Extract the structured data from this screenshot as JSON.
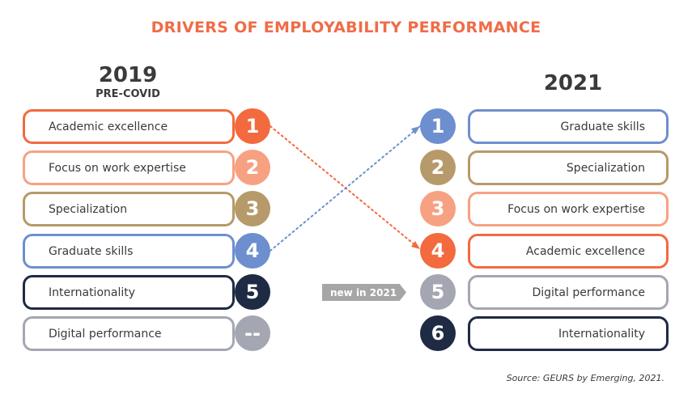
{
  "title": "DRIVERS OF EMPLOYABILITY PERFORMANCE",
  "left": {
    "year": "2019",
    "subtitle": "PRE-COVID",
    "items": [
      {
        "label": "Academic excellence",
        "rank": "1",
        "color": "#f26a3e"
      },
      {
        "label": "Focus on work expertise",
        "rank": "2",
        "color": "#f7a183"
      },
      {
        "label": "Specialization",
        "rank": "3",
        "color": "#b79a69"
      },
      {
        "label": "Graduate skills",
        "rank": "4",
        "color": "#6d8fcf"
      },
      {
        "label": "Internationality",
        "rank": "5",
        "color": "#1f2a44"
      },
      {
        "label": "Digital performance",
        "rank": "--",
        "color": "#a4a7b2"
      }
    ]
  },
  "right": {
    "year": "2021",
    "items": [
      {
        "label": "Graduate skills",
        "rank": "1",
        "color": "#6d8fcf"
      },
      {
        "label": "Specialization",
        "rank": "2",
        "color": "#b79a69"
      },
      {
        "label": "Focus on work expertise",
        "rank": "3",
        "color": "#f7a183"
      },
      {
        "label": "Academic excellence",
        "rank": "4",
        "color": "#f26a3e"
      },
      {
        "label": "Digital performance",
        "rank": "5",
        "color": "#a4a7b2"
      },
      {
        "label": "Internationality",
        "rank": "6",
        "color": "#1f2a44"
      }
    ]
  },
  "new_tag": "new in 2021",
  "source": "Source: GEURS by Emerging, 2021.",
  "connectors": [
    {
      "from": "Academic excellence",
      "to": "Academic excellence",
      "color": "#f26a3e"
    },
    {
      "from": "Graduate skills",
      "to": "Graduate skills",
      "color": "#6d8fcf"
    }
  ]
}
